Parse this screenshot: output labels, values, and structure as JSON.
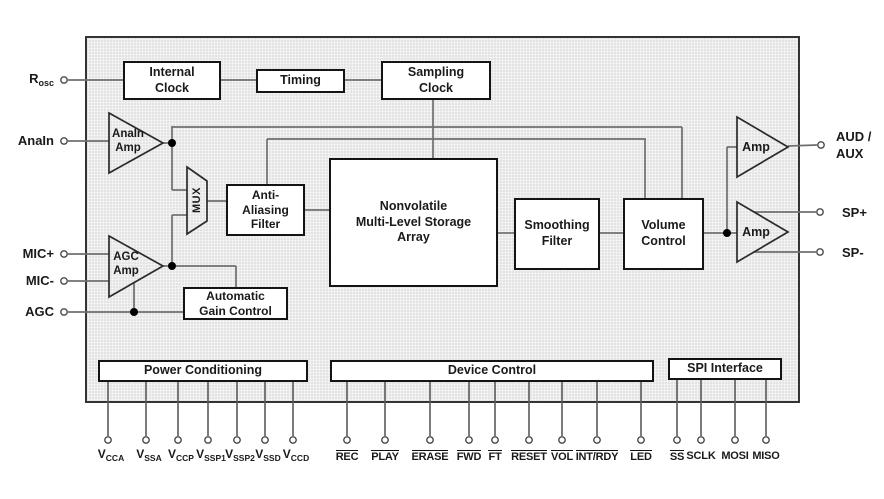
{
  "diagram": {
    "blocks": {
      "internal_clock": "Internal\nClock",
      "timing": "Timing",
      "sampling_clock": "Sampling\nClock",
      "anti_aliasing_filter": "Anti-\nAliasing\nFilter",
      "storage_array": "Nonvolatile\nMulti-Level Storage\nArray",
      "smoothing_filter": "Smoothing\nFilter",
      "volume_control": "Volume\nControl",
      "automatic_gain_control": "Automatic\nGain Control",
      "power_conditioning": "Power Conditioning",
      "device_control": "Device Control",
      "spi_interface": "SPI Interface",
      "anain_amp": "AnaIn\nAmp",
      "agc_amp": "AGC\nAmp",
      "mux": "MUX",
      "aud_amp": "Amp",
      "sp_amp": "Amp"
    },
    "left_pins": {
      "rosc": {
        "base": "R",
        "sub": "osc"
      },
      "anain": "AnaIn",
      "mic_plus": "MIC+",
      "mic_minus": "MIC-",
      "agc": "AGC"
    },
    "right_pins": {
      "aud_aux": "AUD /\nAUX",
      "sp_plus": "SP+",
      "sp_minus": "SP-"
    },
    "power_pins": [
      {
        "base": "V",
        "sub": "CCA"
      },
      {
        "base": "V",
        "sub": "SSA"
      },
      {
        "base": "V",
        "sub": "CCP"
      },
      {
        "base": "V",
        "sub": "SSP1"
      },
      {
        "base": "V",
        "sub": "SSP2"
      },
      {
        "base": "V",
        "sub": "SSD"
      },
      {
        "base": "V",
        "sub": "CCD"
      }
    ],
    "control_pins": [
      "REC",
      "PLAY",
      "ERASE",
      "FWD",
      "FT",
      "RESET",
      "VOL",
      "INT/RDY",
      "LED"
    ],
    "spi_pins": [
      "SS",
      "SCLK",
      "MOSI",
      "MISO"
    ],
    "colors": {
      "wire": "#6f6f6f",
      "outline": "#2b2b2b",
      "chip_fill": "#e4e4e4"
    }
  }
}
